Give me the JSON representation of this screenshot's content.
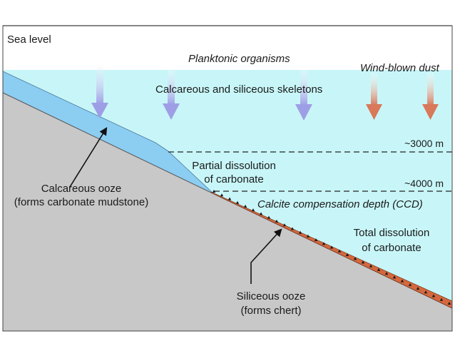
{
  "labels": {
    "sea_level": "Sea level",
    "planktonic": "Planktonic organisms",
    "skeletons": "Calcareous and siliceous skeletons",
    "wind_dust": "Wind-blown dust",
    "depth_3000": "~3000 m",
    "depth_4000": "~4000 m",
    "partial_1": "Partial dissolution",
    "partial_2": "of carbonate",
    "ccd": "Calcite compensation depth (CCD)",
    "total_1": "Total dissolution",
    "total_2": "of carbonate",
    "calc_ooze_1": "Calcareous ooze",
    "calc_ooze_2": "(forms carbonate mudstone)",
    "sil_ooze_1": "Siliceous ooze",
    "sil_ooze_2": "(forms chert)"
  },
  "colors": {
    "water": "#c8f6f8",
    "seafloor": "#c8c8c8",
    "calcareous_ooze": "#8ccdf2",
    "siliceous_ooze": "#d4683e",
    "skeleton_arrow": "#9e9ee6",
    "dust_arrow": "#d9785a"
  }
}
